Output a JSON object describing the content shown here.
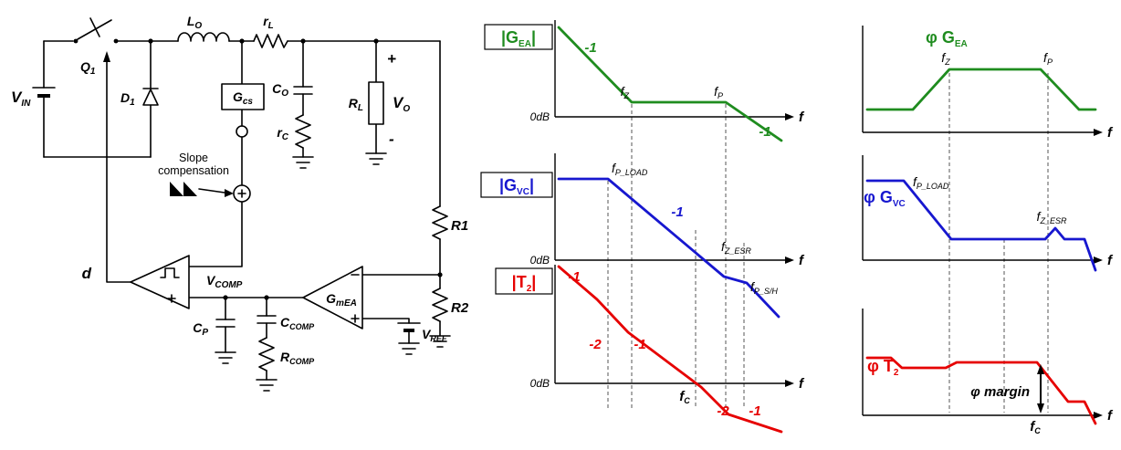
{
  "colors": {
    "green": "#1f8c1f",
    "blue": "#1717cf",
    "red": "#e60000",
    "black": "#000000"
  },
  "circuit": {
    "vin": {
      "main": "V",
      "sub": "IN"
    },
    "q1": {
      "main": "Q",
      "sub": "1"
    },
    "d1": {
      "main": "D",
      "sub": "1"
    },
    "lo": {
      "main": "L",
      "sub": "O"
    },
    "rl_series": {
      "main": "r",
      "sub": "L"
    },
    "gcs": {
      "main": "G",
      "sub": "cs"
    },
    "co": {
      "main": "C",
      "sub": "O"
    },
    "rc": {
      "main": "r",
      "sub": "C"
    },
    "rl_load": {
      "main": "R",
      "sub": "L"
    },
    "vo": {
      "main": "V",
      "sub": "O"
    },
    "vo_plus": "+",
    "vo_minus": "-",
    "slope_line1": "Slope",
    "slope_line2": "compensation",
    "d": "d",
    "vcomp": {
      "main": "V",
      "sub": "COMP"
    },
    "gmea": {
      "main": "G",
      "sub": "mEA"
    },
    "r1": {
      "main": "R",
      "sub": "1"
    },
    "r2": {
      "main": "R",
      "sub": "2"
    },
    "vref": {
      "main": "V",
      "sub": "REF"
    },
    "cp": {
      "main": "C",
      "sub": "P"
    },
    "ccomp": {
      "main": "C",
      "sub": "COMP"
    },
    "rcomp": {
      "main": "R",
      "sub": "COMP"
    },
    "minus_sign": "-",
    "plus_sign": "+"
  },
  "bode": {
    "mag_gea": {
      "title": {
        "pre": "|G",
        "sub": "EA",
        "post": "|"
      },
      "slope_in": "-1",
      "slope_out": "-1",
      "fz": {
        "main": "f",
        "sub": "Z"
      },
      "fp": {
        "main": "f",
        "sub": "P"
      },
      "ydb": "0dB",
      "xf": "f"
    },
    "mag_gvc": {
      "title": {
        "pre": "|G",
        "sub": "VC",
        "post": "|"
      },
      "fp_load": {
        "main": "f",
        "sub": "P_LOAD"
      },
      "slope": "-1",
      "fz_esr": {
        "main": "f",
        "sub": "Z_ESR"
      },
      "fp_sh": {
        "main": "f",
        "sub": "P_S/H"
      },
      "ydb": "0dB",
      "xf": "f"
    },
    "mag_t2": {
      "title": {
        "pre": "|T",
        "sub": "2",
        "post": "|"
      },
      "s1": "-1",
      "s2": "-2",
      "s3": "-1",
      "s4": "-2",
      "s5": "-1",
      "fc": {
        "main": "f",
        "sub": "C"
      },
      "ydb": "0dB",
      "xf": "f"
    },
    "ph_gea": {
      "title": {
        "pre": "φ G",
        "sub": "EA"
      },
      "fz": {
        "main": "f",
        "sub": "Z"
      },
      "fp": {
        "main": "f",
        "sub": "P"
      },
      "xf": "f"
    },
    "ph_gvc": {
      "title": {
        "pre": "φ G",
        "sub": "VC"
      },
      "fp_load": {
        "main": "f",
        "sub": "P_LOAD"
      },
      "fz_esr": {
        "main": "f",
        "sub": "Z_ESR"
      },
      "xf": "f"
    },
    "ph_t2": {
      "title": {
        "pre": "φ T",
        "sub": "2"
      },
      "phi_margin": "φ margin",
      "fc": {
        "main": "f",
        "sub": "C"
      },
      "xf": "f"
    }
  }
}
